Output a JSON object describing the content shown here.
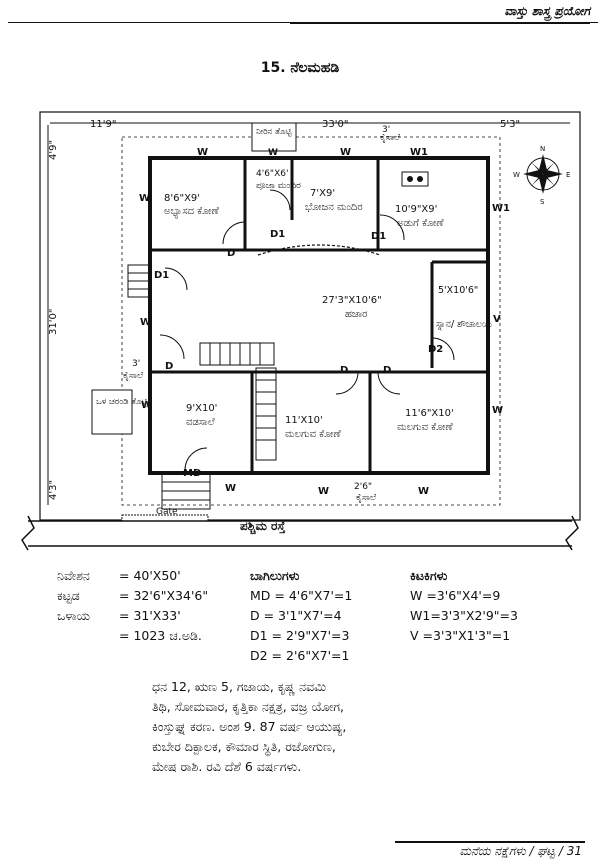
{
  "header": {
    "book_title": "ವಾಸ್ತು ಶಾಸ್ತ್ರ ಪ್ರಯೋಗ"
  },
  "title": "15. ನೆಲಮಹಡಿ",
  "plan": {
    "dims": {
      "top_left": "11'9\"",
      "top_total": "33'0\"",
      "top_right": "5'3\"",
      "left_top": "4'9\"",
      "left_total": "31'0\"",
      "left_bottom": "4'3\"",
      "bottom_gap": "2'6\"",
      "side_gap": "3'",
      "top_gap": "3'"
    },
    "rooms": [
      {
        "size": "8'6\"X9'",
        "name": "ಅಭ್ಯಾಸದ ಕೋಣೆ"
      },
      {
        "size": "4'6\"X6'",
        "name": "ಪೂಜಾ ಮಂದಿರ"
      },
      {
        "size": "7'X9'",
        "name": "ಭೋಜನ ಮಂದಿರ"
      },
      {
        "size": "10'9\"X9'",
        "name": "ಅಡುಗೆ ಕೋಣೆ"
      },
      {
        "size": "27'3\"X10'6\"",
        "name": "ಹಜಾರ"
      },
      {
        "size": "5'X10'6\"",
        "name": "ಸ್ನಾನ/ ಶೌಚಾಲಯ"
      },
      {
        "size": "9'X10'",
        "name": "ವಡಸಾಲೆ"
      },
      {
        "size": "11'X10'",
        "name": "ಮಲಗುವ ಕೋಣೆ"
      },
      {
        "size": "11'6\"X10'",
        "name": "ಮಲಗುವ ಕೋಣೆ"
      }
    ],
    "labels": {
      "garden_top": "ನೀರಿನ ತೊಟ್ಟಿ",
      "garden_left": "ಒಳ ಚರಂಡಿ ತೊಟ್ಟಿ",
      "kaisale": "ಕೈಸಾಲೆ",
      "gate": "Gate",
      "window": "W",
      "window1": "W1",
      "vent": "V",
      "door": "D",
      "door1": "D1",
      "door2": "D2",
      "main_door": "MD",
      "compass": {
        "n": "N",
        "s": "S",
        "e": "E",
        "w": "W"
      }
    }
  },
  "road": "ಪಶ್ಚಿಮ ರಸ್ತೆ",
  "areas": [
    {
      "label": "ನಿವೇಶನ",
      "value": "= 40'X50'"
    },
    {
      "label": "ಕಟ್ಟಡ",
      "value": "= 32'6\"X34'6\""
    },
    {
      "label": "ಒಳಾಯ",
      "value": "= 31'X33'"
    },
    {
      "label": "",
      "value": "= 1023 ಚ.ಅಡಿ."
    }
  ],
  "doors": {
    "heading": "ಬಾಗಿಲುಗಳು",
    "items": [
      "MD = 4'6\"X7'=1",
      "D    = 3'1\"X7'=4",
      "D1  = 2'9\"X7'=3",
      "D2  = 2'6\"X7'=1"
    ]
  },
  "windows": {
    "heading": "ಕಿಟಕಿಗಳು",
    "items": [
      "W  =3'6\"X4'=9",
      "W1=3'3\"X2'9\"=3",
      "V   =3'3\"X1'3\"=1"
    ]
  },
  "description": [
    "ಧನ 12, ಋಣ 5, ಗಜಾಯ, ಕೃಷ್ಣ ನವಮಿ",
    "ತಿಥಿ, ಸೋಮವಾರ, ಕೃತ್ತಿಕಾ ನಕ್ಷತ್ರ, ವಜ್ರ ಯೋಗ,",
    "ಕಿಂಸ್ತುಘ್ನ ಕರಣ. ಅಂಶ 9. 87 ವರ್ಷ ಆಯುಷ್ಯ,",
    "ಕುಬೇರ ದಿಕ್ಪಾಲಕ, ಕೌಮಾರ ಸ್ಥಿತಿ, ರಜೋಗುಣ,",
    "ಮೇಷ ರಾಶಿ. ರವಿ ದೆಶೆ 6 ವರ್ಷಗಳು."
  ],
  "footer": {
    "section": "ಮನೆಯ ನಕ್ಷೆಗಳು / ಘಟ್ಟ /",
    "page": "31"
  }
}
